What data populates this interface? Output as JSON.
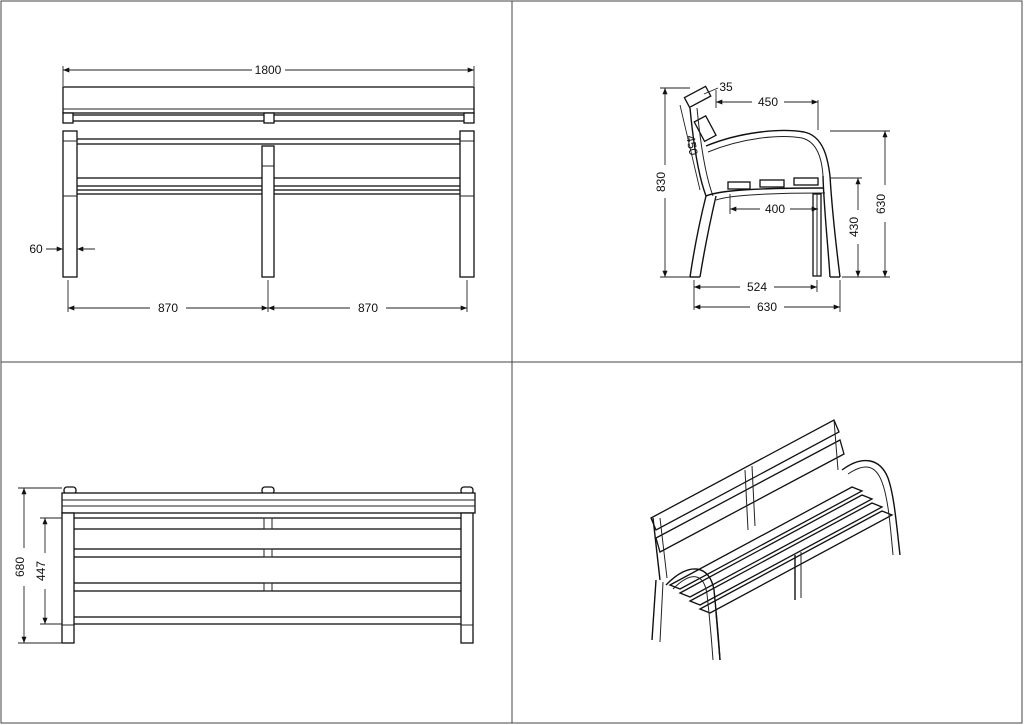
{
  "front_view": {
    "overall_width": "1800",
    "leg_width": "60",
    "span_left": "870",
    "span_right": "870"
  },
  "side_view": {
    "backrest_thickness": "35",
    "backrest_height": "450",
    "arm_depth": "450",
    "total_height": "830",
    "armrest_height": "630",
    "seat_height": "430",
    "seat_depth": "400",
    "leg_spacing": "524",
    "total_depth": "630"
  },
  "top_view": {
    "total_depth": "680",
    "seat_depth": "447"
  }
}
